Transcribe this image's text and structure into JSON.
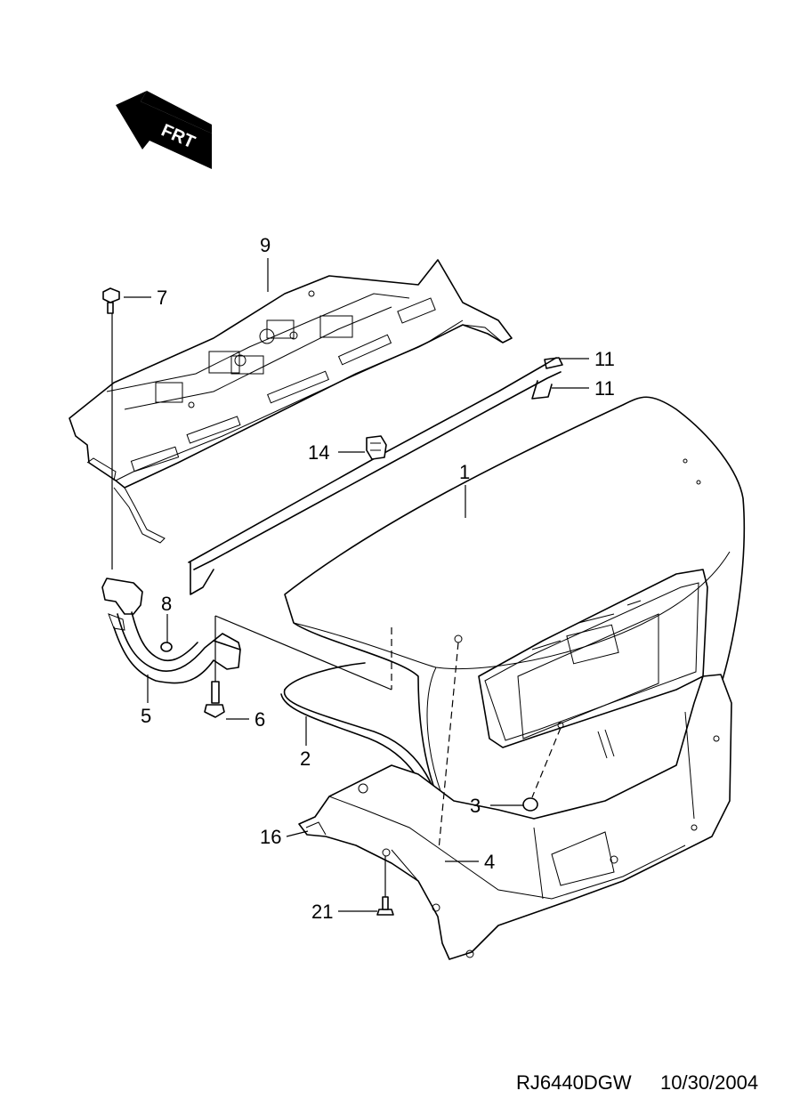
{
  "orientation": {
    "label": "FRT",
    "icon": "front-direction-arrow-icon"
  },
  "callouts": {
    "c1": "1",
    "c2": "2",
    "c3": "3",
    "c4": "4",
    "c5": "5",
    "c6": "6",
    "c7": "7",
    "c8": "8",
    "c9": "9",
    "c11a": "11",
    "c11b": "11",
    "c14": "14",
    "c16": "16",
    "c21": "21"
  },
  "footer": {
    "model": "RJ6440DGW",
    "date": "10/30/2004"
  }
}
